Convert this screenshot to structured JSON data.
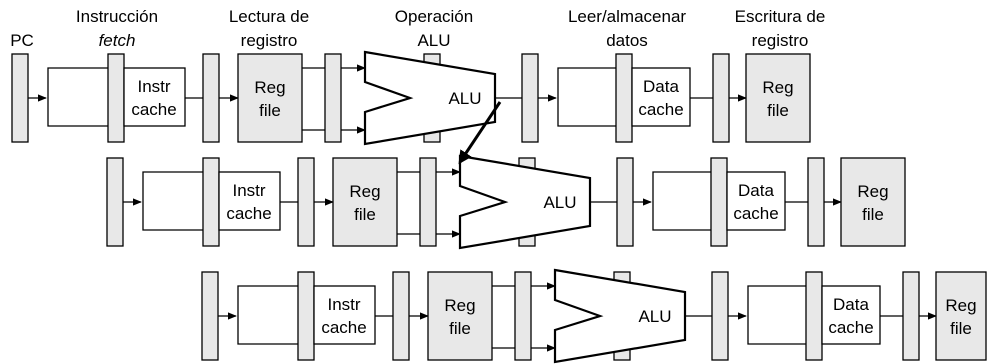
{
  "headers": {
    "pc": "PC",
    "fetch_line1": "Instrucción",
    "fetch_line2": "fetch",
    "regread_line1": "Lectura de",
    "regread_line2": "registro",
    "alu_line1": "Operación",
    "alu_line2": "ALU",
    "mem_line1": "Leer/almacenar",
    "mem_line2": "datos",
    "wb_line1": "Escritura de",
    "wb_line2": "registro"
  },
  "labels": {
    "instr_cache_line1": "Instr",
    "instr_cache_line2": "cache",
    "reg_file_line1": "Reg",
    "reg_file_line2": "file",
    "alu": "ALU",
    "data_cache_line1": "Data",
    "data_cache_line2": "cache"
  },
  "pipeline_rows": 3,
  "colors": {
    "shaded": "#e8e8e8",
    "line": "#000000",
    "background": "#ffffff"
  }
}
